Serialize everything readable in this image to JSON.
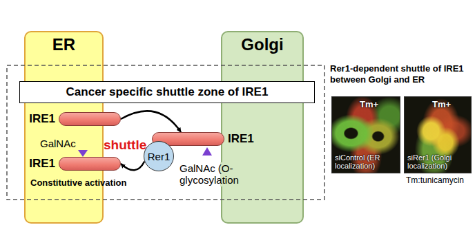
{
  "diagram": {
    "nodes": [
      {
        "text": [
          "ER"
        ]
      },
      {
        "text": [
          "Golgi"
        ]
      },
      {
        "text": [
          "Cancer specific shuttle zone of IRE1"
        ]
      },
      {
        "text": [
          "IRE1"
        ]
      },
      {
        "text": [
          "IRE1"
        ]
      },
      {
        "text": [
          "Rer1"
        ]
      },
      {
        "text": [
          "IRE1"
        ]
      },
      {
        "text": [
          "Tm+",
          "siControl (ER localization)"
        ]
      },
      {
        "text": [
          "Tm+",
          "siRer1 (Golgi localization)"
        ]
      }
    ],
    "edges": [
      {
        "from": 3,
        "to": 4,
        "arrow": "to"
      },
      {
        "from": 5,
        "to": 6,
        "arrow": "to"
      }
    ],
    "labels": [
      "GalNAc",
      "Constitutive activation",
      "shuttle",
      "GalNAc (O-glycosylation",
      "Rer1-dependent shuttle of IRE1 between Golgi and ER",
      "Tm:tunicamycin"
    ]
  }
}
